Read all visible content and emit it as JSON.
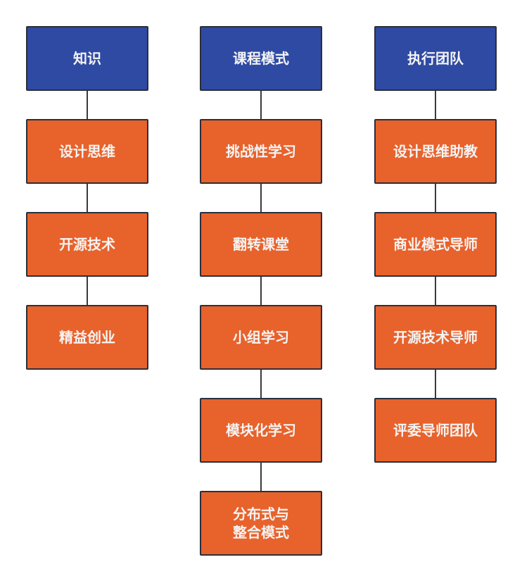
{
  "colors": {
    "header": "#2f4aa3",
    "item": "#e8622b",
    "border": "#2b2f3a"
  },
  "columns": [
    {
      "header": "知识",
      "items": [
        "设计思维",
        "开源技术",
        "精益创业"
      ]
    },
    {
      "header": "课程模式",
      "items": [
        "挑战性学习",
        "翻转课堂",
        "小组学习",
        "模块化学习",
        "分布式与\n整合模式"
      ]
    },
    {
      "header": "执行团队",
      "items": [
        "设计思维助教",
        "商业模式导师",
        "开源技术导师",
        "评委导师团队"
      ]
    }
  ]
}
